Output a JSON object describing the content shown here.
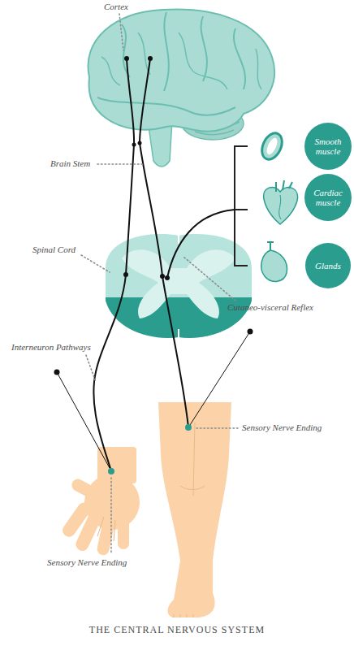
{
  "diagram": {
    "title": "THE CENTRAL NERVOUS SYSTEM",
    "nodes": [
      {
        "text": [
          "Smooth muscle"
        ]
      },
      {
        "text": [
          "Cardiac muscle"
        ]
      },
      {
        "text": [
          "Glands"
        ]
      }
    ],
    "labels": [
      "Cortex",
      "Brain Stem",
      "Spinal Cord",
      "Cutaneo-visceral Reflex",
      "Interneuron Pathways",
      "Sensory Nerve Ending",
      "Sensory Nerve Ending"
    ]
  }
}
